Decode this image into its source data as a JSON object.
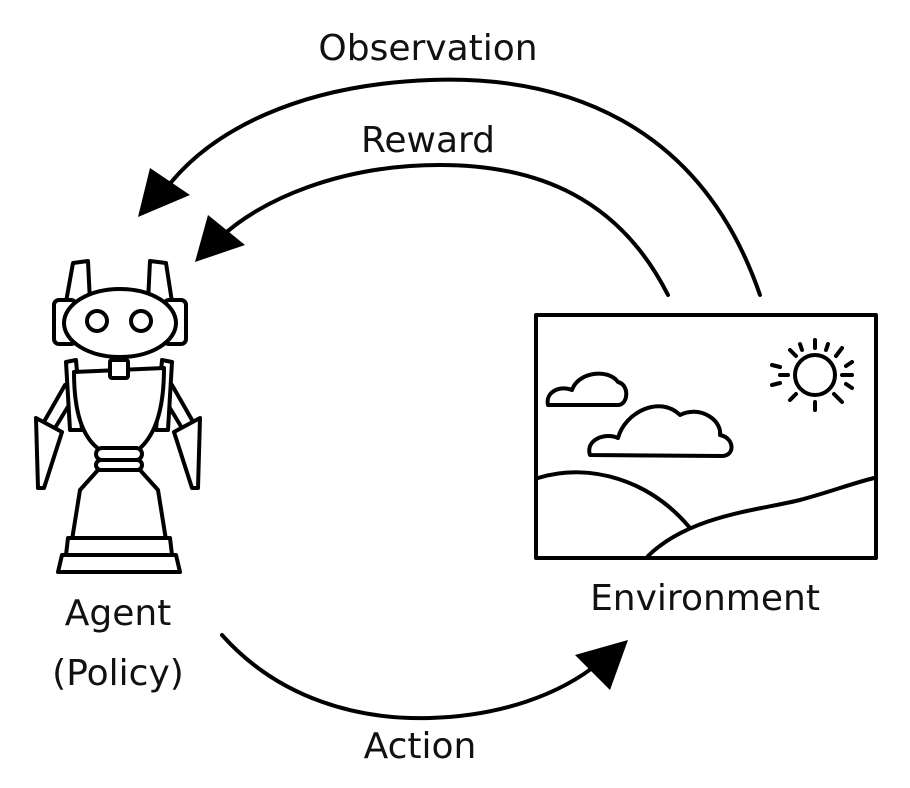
{
  "labels": {
    "observation": "Observation",
    "reward": "Reward",
    "agent": "Agent",
    "policy": "(Policy)",
    "environment": "Environment",
    "action": "Action"
  },
  "colors": {
    "stroke": "#000000",
    "background": "#ffffff"
  }
}
